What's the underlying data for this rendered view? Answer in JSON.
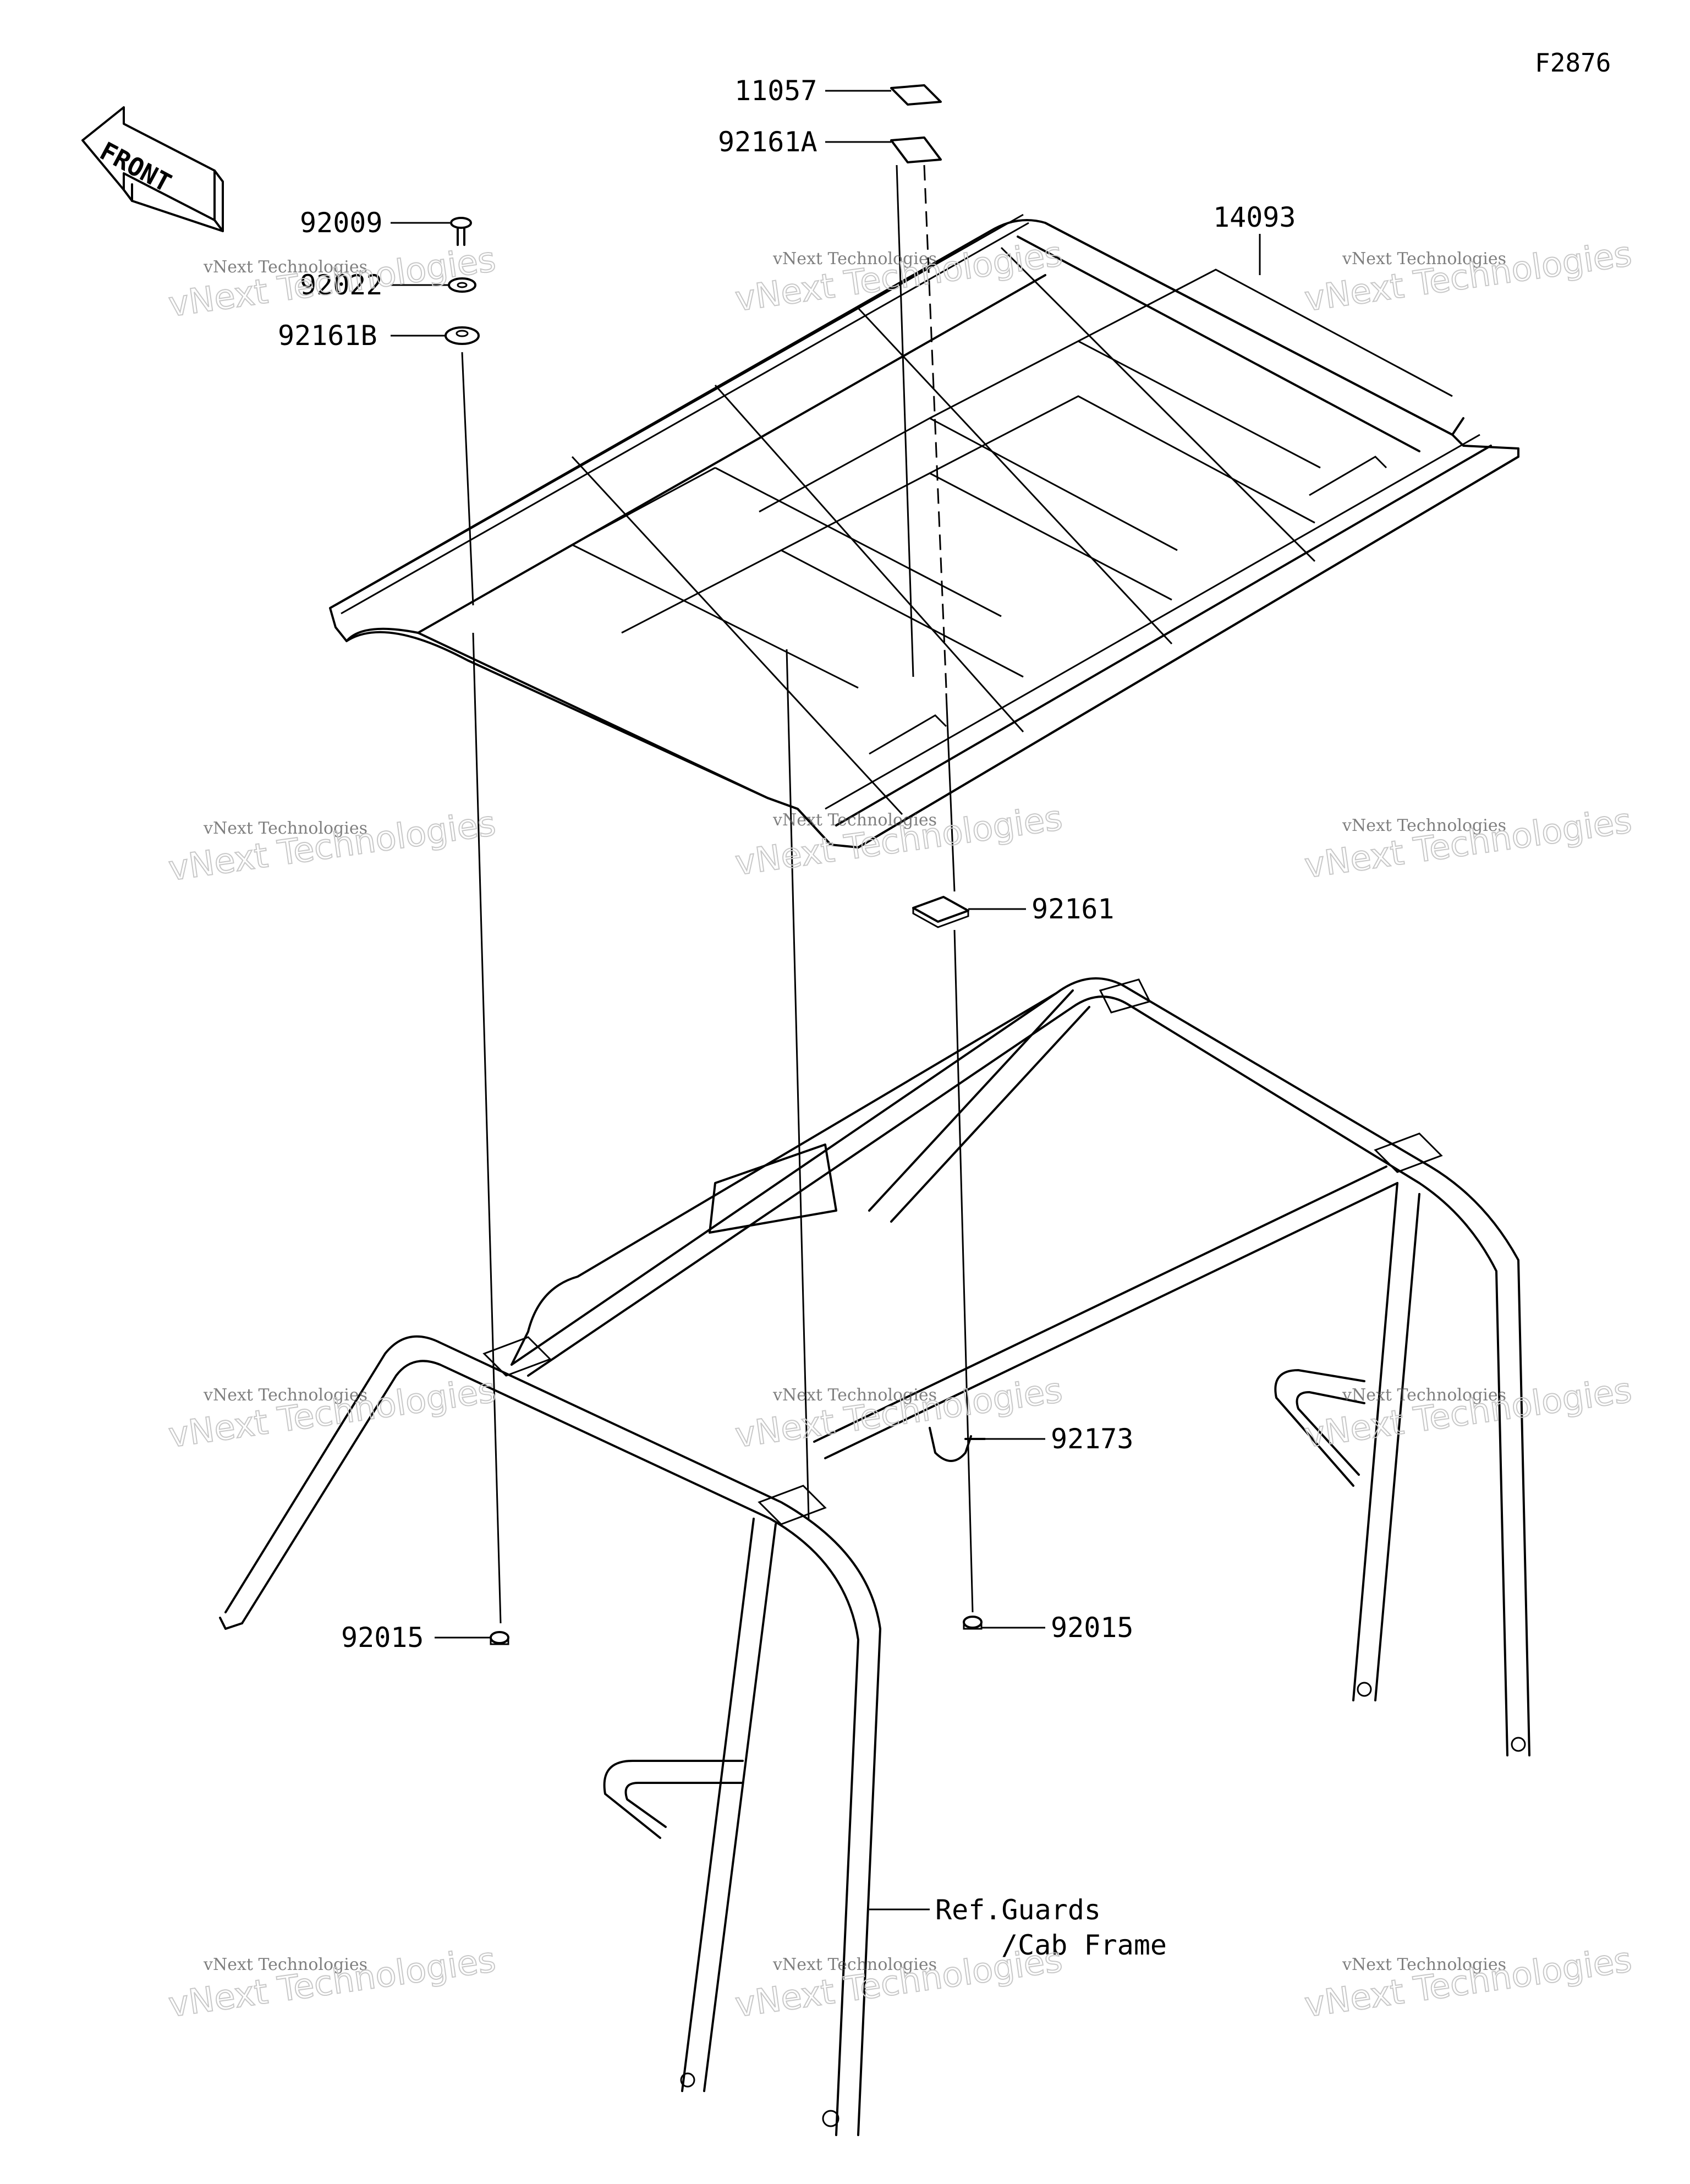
{
  "figure_number": "F2876",
  "front_arrow_label": "FRONT",
  "parts": {
    "p11057": "11057",
    "p92161A": "92161A",
    "p14093": "14093",
    "p92009": "92009",
    "p92022": "92022",
    "p92161B": "92161B",
    "p92161": "92161",
    "p92173": "92173",
    "p92015_left": "92015",
    "p92015_right": "92015"
  },
  "reference": {
    "line1": "Ref.Guards",
    "line2": "/Cab Frame"
  },
  "watermark": {
    "small": "vNext Technologies",
    "big": "vNext Technologies"
  }
}
